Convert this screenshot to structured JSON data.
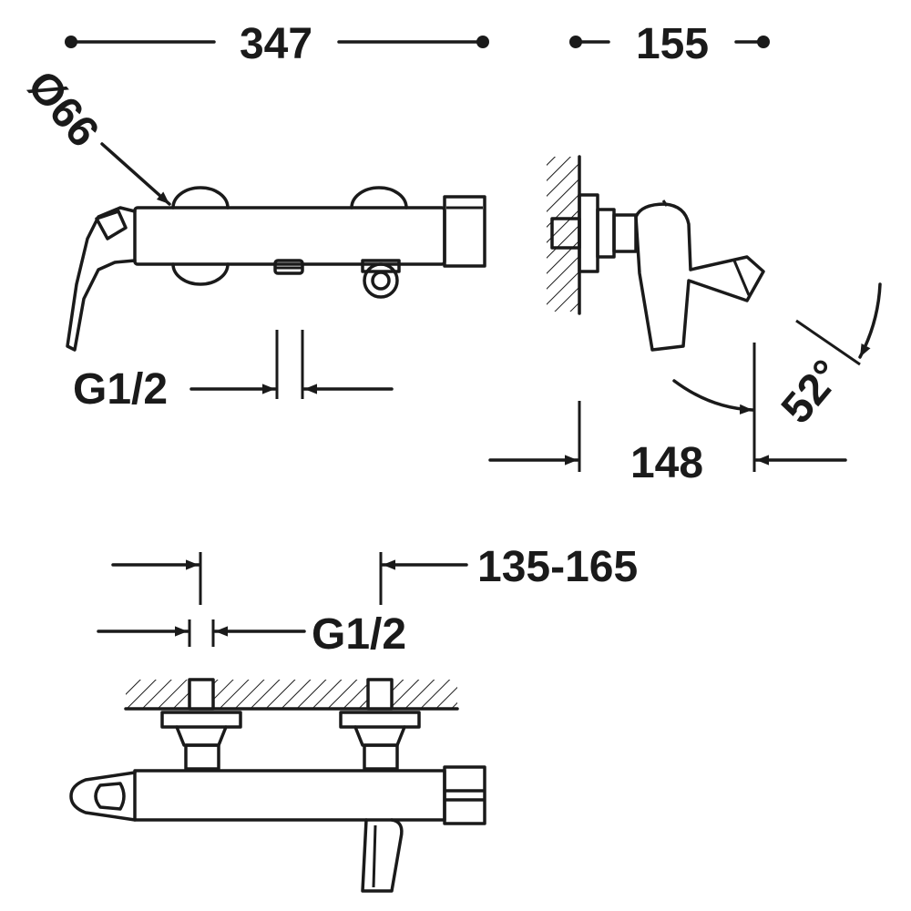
{
  "dimensions": {
    "width": "347",
    "depth": "155",
    "diameter": "Ø66",
    "connection_front": "G1/2",
    "projection": "148",
    "angle": "52°",
    "centers": "135-165",
    "connection_top": "G1/2"
  },
  "colors": {
    "line": "#1a1a1a",
    "background": "#ffffff"
  }
}
